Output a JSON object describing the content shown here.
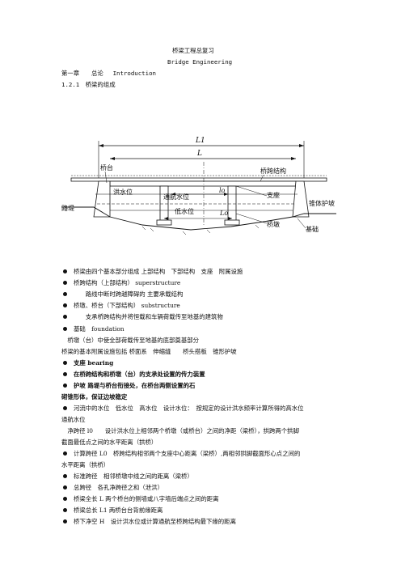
{
  "header": {
    "title_cn": "桥梁工程总复习",
    "title_en": "Bridge Engineering",
    "chapter": "第一章　　总论　 Introduction",
    "section": "1.2.1　桥梁的组成"
  },
  "diagram": {
    "L1": "L1",
    "L": "L",
    "bridge_abutment": "桥台",
    "superstructure": "桥跨结构",
    "flood_level": "洪水位",
    "navigation_level": "通航水位",
    "low_level": "低水位",
    "clear_span": "lo",
    "bearing": "支座",
    "Lo": "Lo",
    "approach": "路堤",
    "pier": "桥墩",
    "slope_protection": "锥体护坡",
    "foundation": "基础"
  },
  "items": [
    {
      "text": "桥梁由四个基本部分组成 上部结构　下部结构　支座　附属设施",
      "bullet": true,
      "bold": false
    },
    {
      "text": "桥跨结构（上部结构） superstructure",
      "bullet": true,
      "bold": false
    },
    {
      "text": "　　路线中断时跨越障碍的 主要承载结构",
      "bullet": true,
      "bold": false
    },
    {
      "text": "桥墩、桥台（下部结构） substructure",
      "bullet": true,
      "bold": false
    },
    {
      "text": "　　支承桥跨结构并将恒载和车辆荷载传至地基的建筑物",
      "bullet": true,
      "bold": false
    },
    {
      "text": "基础　foundation",
      "bullet": true,
      "bold": false
    },
    {
      "text": "　桥墩（台）中使全部荷载传至地基的底部奠基部分",
      "bullet": false,
      "bold": false
    },
    {
      "text": "桥梁的基本附属设施包括 桥面系　伸缩缝　　桥头搭板　锥形护坡",
      "bullet": false,
      "bold": false
    },
    {
      "text": "支座 bearing",
      "bullet": true,
      "bold": true
    },
    {
      "text": "在桥跨结构和桥墩（台）的支承处设置的传力装置",
      "bullet": true,
      "bold": true
    },
    {
      "text": "护坡 路堤与桥台衔接处，在桥台两侧设置的石",
      "bullet": true,
      "bold": true
    },
    {
      "text": "砌锥形体，保证边坡稳定",
      "bullet": false,
      "bold": true
    },
    {
      "text": "河流中的水位　低水位　高水位　设计水位：　按规定的设计洪水频率计算所得的高水位",
      "bullet": true,
      "bold": false
    },
    {
      "text": "通航水位",
      "bullet": false,
      "bold": false
    },
    {
      "text": "　净跨径 l0　　设计洪水位上相邻两个桥墩（或桥台）之间的净距（梁桥），拱跨两个拱脚",
      "bullet": false,
      "bold": false
    },
    {
      "text": "截面最低点之间的水平距离（拱桥）",
      "bullet": false,
      "bold": false
    },
    {
      "text": "计算跨径 L0　桥跨结构相邻两个支座中心距离（梁桥）,两相邻拱脚截面形心点之间的",
      "bullet": true,
      "bold": false
    },
    {
      "text": "水平距离（拱桥）",
      "bullet": false,
      "bold": false
    },
    {
      "text": "标准跨径　相邻桥墩中线之间的距离（梁桥）",
      "bullet": true,
      "bold": false
    },
    {
      "text": "总跨径　各孔净跨径之和（泄洪）",
      "bullet": true,
      "bold": false
    },
    {
      "text": "桥梁全长 L 两个桥台的侧墙或八字墙后端点之间的距离",
      "bullet": true,
      "bold": false
    },
    {
      "text": "桥梁总长 L1 两桥台台背前缘距离",
      "bullet": true,
      "bold": false
    },
    {
      "text": "桥下净空 H　设计洪水位或计算通航至桥跨结构最下缘的距离",
      "bullet": true,
      "bold": false
    }
  ]
}
